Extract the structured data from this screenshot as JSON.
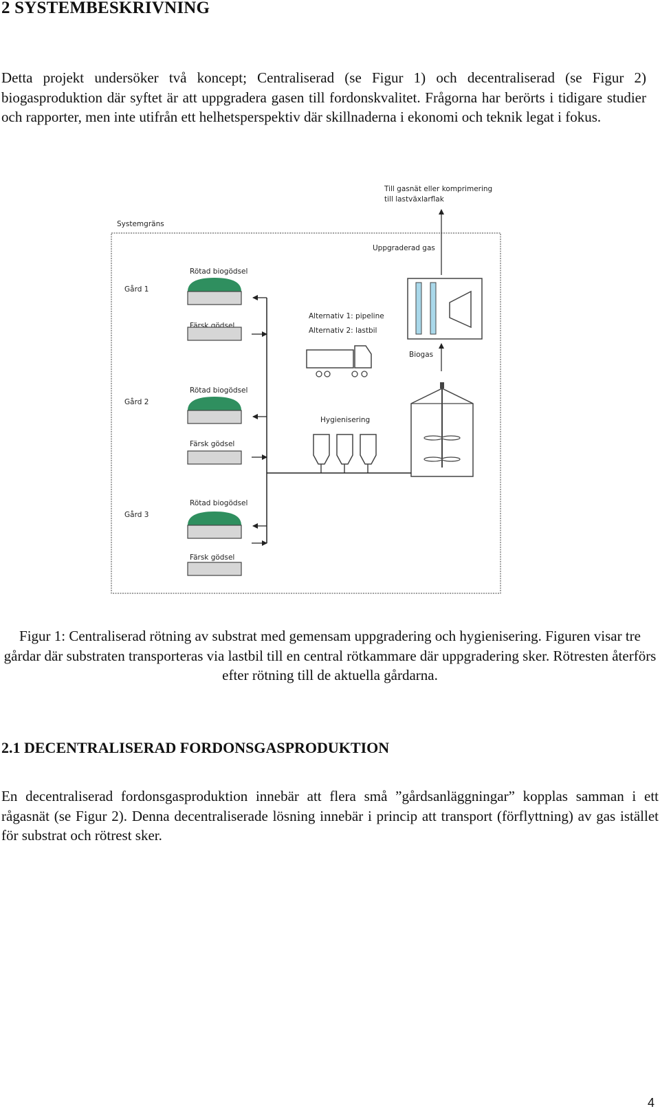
{
  "heading": "2 SYSTEMBESKRIVNING",
  "intro_paragraph": "Detta projekt undersöker två koncept; Centraliserad (se Figur 1) och decentraliserad (se Figur 2) biogasproduktion där syftet är att uppgradera gasen till fordonskvalitet. Frågorna har berörts i tidigare studier och rapporter, men inte utifrån ett helhetsperspektiv där skillnaderna i ekonomi och teknik legat i fokus.",
  "figure": {
    "top_label_line1": "Till gasnät eller komprimering",
    "top_label_line2": "till lastväxlarflak",
    "system_boundary_label": "Systemgräns",
    "upgraded_gas_label": "Uppgraderad gas",
    "biogas_label": "Biogas",
    "transport_alt1": "Alternativ 1: pipeline",
    "transport_alt2": "Alternativ 2: lastbil",
    "hygienisation_label": "Hygienisering",
    "farms": [
      {
        "name": "Gård 1",
        "digested_label": "Rötad biogödsel",
        "fresh_label": "Färsk gödsel"
      },
      {
        "name": "Gård 2",
        "digested_label": "Rötad biogödsel",
        "fresh_label": "Färsk gödsel"
      },
      {
        "name": "Gård 3",
        "digested_label": "Rötad biogödsel",
        "fresh_label": "Färsk gödsel"
      }
    ],
    "colors": {
      "tank_dome": "#2f8f5f",
      "tank_body": "#d6d6d6",
      "upgrading_cylinder": "#a9d8ea"
    }
  },
  "caption": "Figur 1: Centraliserad rötning av substrat med gemensam uppgradering och hygienisering. Figuren visar tre gårdar där substraten transporteras via lastbil till en central rötkammare där uppgradering sker. Rötresten återförs efter rötning till de aktuella gårdarna.",
  "subheading": "2.1 DECENTRALISERAD FORDONSGASPRODUKTION",
  "section_paragraph": "En decentraliserad fordonsgasproduktion innebär att flera små ”gårdsanläggningar” kopplas samman i ett rågasnät (se Figur 2). Denna decentraliserade lösning innebär i princip att transport (förflyttning) av gas istället för substrat och rötrest sker.",
  "page_number": "4"
}
